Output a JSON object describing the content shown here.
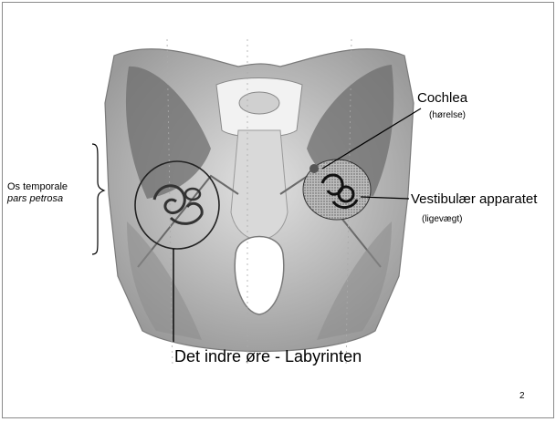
{
  "labels": {
    "os_temporale": "Os temporale",
    "pars_petrosa": "pars petrosa",
    "cochlea": "Cochlea",
    "cochlea_note": "(hørelse)",
    "vestibular": "Vestibulær apparatet",
    "vestibular_note": "(ligevægt)",
    "labyrinth": "Det indre øre - Labyrinten"
  },
  "page_number": "2"
}
